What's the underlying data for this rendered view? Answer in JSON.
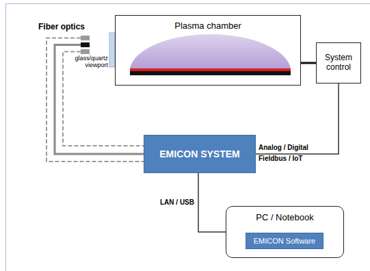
{
  "diagram": {
    "nodes": [
      {
        "text": [
          "Plasma chamber"
        ]
      },
      {
        "text": [
          "System control"
        ]
      },
      {
        "text": [
          "EMICON SYSTEM"
        ]
      },
      {
        "text": [
          "PC / Notebook"
        ]
      },
      {
        "text": [
          "EMICON Software"
        ],
        "in": 3
      }
    ],
    "edges": [
      {
        "from": 0,
        "to": 1,
        "arrow": "none"
      },
      {
        "from": 2,
        "to": 1,
        "label": "Analog / Digital",
        "arrow": "none"
      },
      {
        "from": 2,
        "to": 3,
        "label": "LAN / USB",
        "arrow": "none"
      }
    ],
    "labels": [
      "Fieldbus / IoT",
      "Fiber optics",
      "glass/quartz viewport"
    ]
  }
}
